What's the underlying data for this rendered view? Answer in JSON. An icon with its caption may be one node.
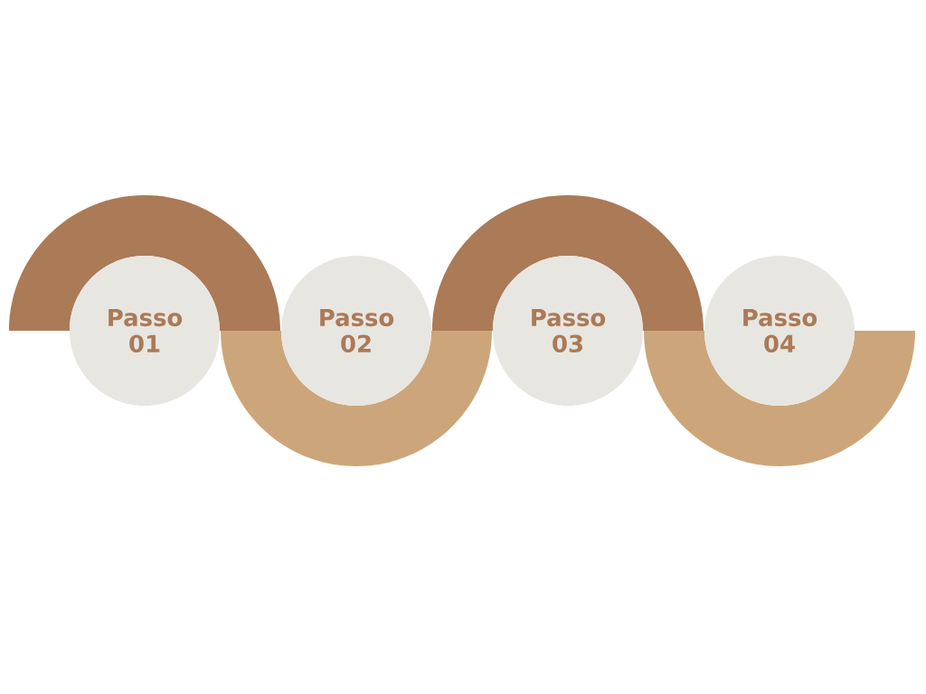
{
  "diagram": {
    "nodes": [
      {
        "text": [
          "Passo 01"
        ]
      },
      {
        "text": [
          "Passo 02"
        ]
      },
      {
        "text": [
          "Passo 03"
        ]
      },
      {
        "text": [
          "Passo 04"
        ]
      },
      {
        "text": [],
        "shape": "band"
      },
      {
        "text": [],
        "shape": "band"
      },
      {
        "text": [],
        "shape": "band"
      },
      {
        "text": [],
        "shape": "band"
      }
    ]
  }
}
